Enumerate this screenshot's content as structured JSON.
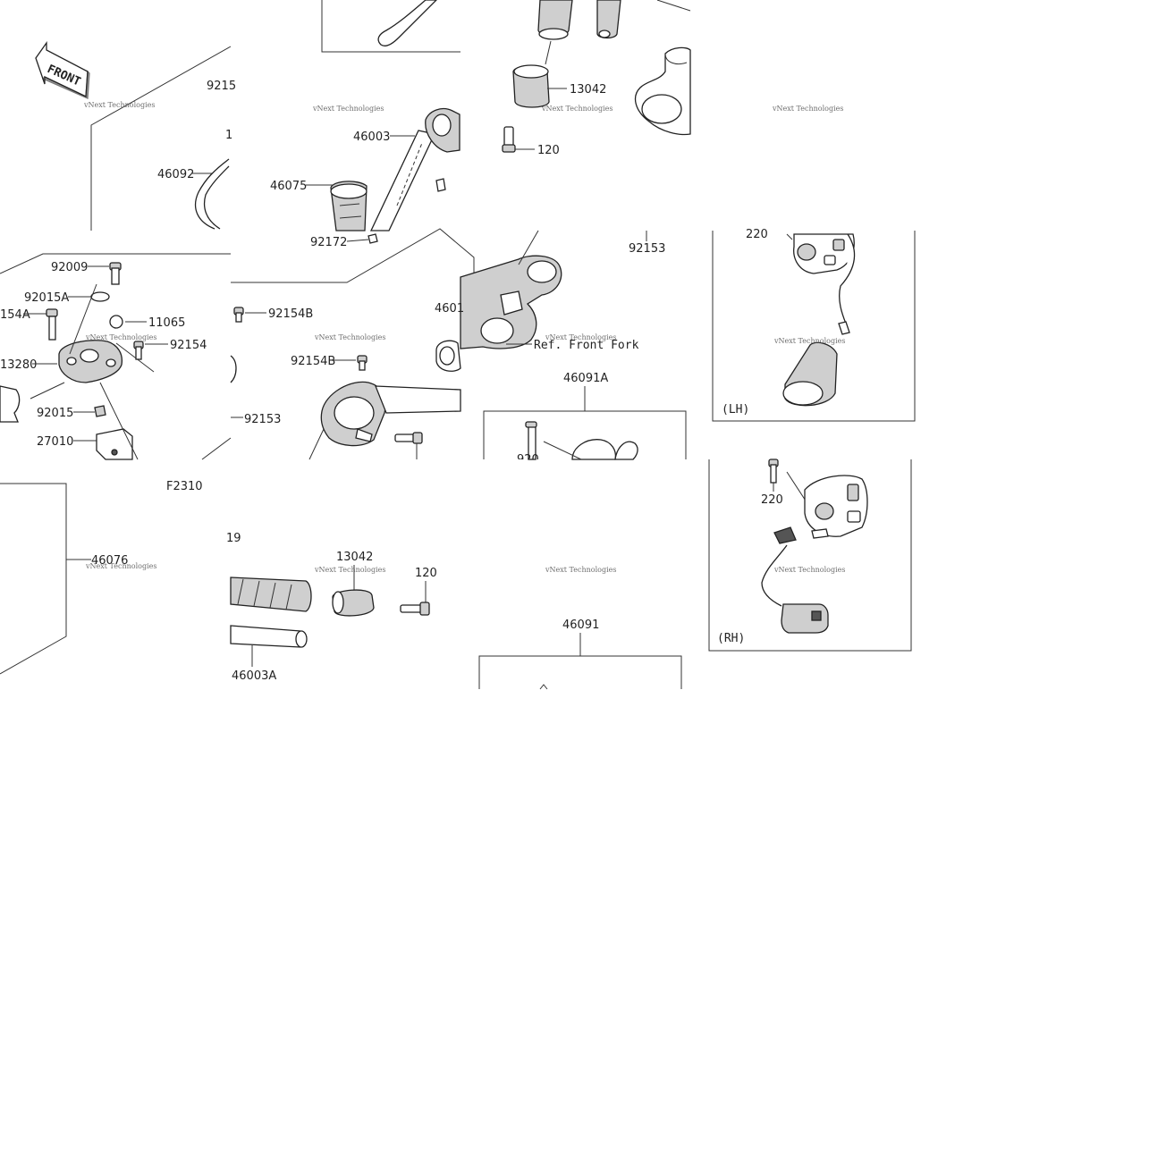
{
  "front_badge": "FRONT",
  "figure_code": "F2310",
  "watermark": "vNext Technologies",
  "view_labels": {
    "lh": "(LH)",
    "rh": "(RH)"
  },
  "ref_note": "Ref. Front Fork",
  "labels": {
    "p9215x": "9215",
    "p46092": "46092",
    "p46003": "46003",
    "p46075": "46075",
    "p92172": "92172",
    "p13042_top": "13042",
    "p120_top": "120",
    "p92153_top": "92153",
    "p220_lh": "220",
    "p92009": "92009",
    "p92015A": "92015A",
    "p154A": "154A",
    "p11065": "11065",
    "p92154": "92154",
    "p13280": "13280",
    "p92015": "92015",
    "p27010": "27010",
    "p92154B_1": "92154B",
    "p92154B_2": "92154B",
    "p92153_mid": "92153",
    "p4601x": "4601",
    "p46091A": "46091A",
    "p920x": "920",
    "p220_rh": "220",
    "p46076": "46076",
    "p19": "19",
    "p13042_bot": "13042",
    "p120_bot": "120",
    "p46003A": "46003A",
    "p46091": "46091",
    "p1x": "1"
  }
}
